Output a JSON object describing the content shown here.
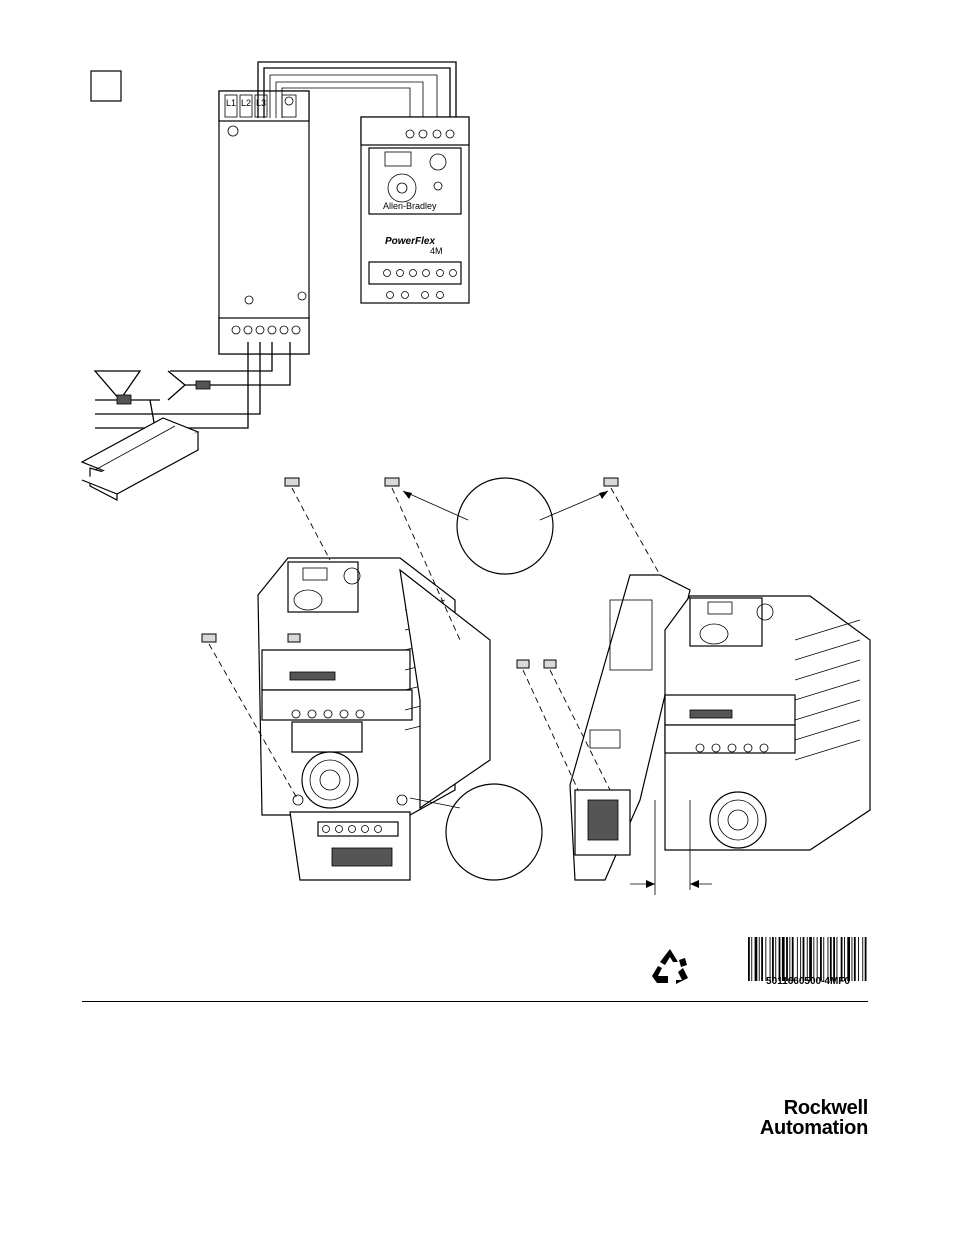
{
  "diagram": {
    "filter_terminals": [
      "L1",
      "L2",
      "L3"
    ],
    "drive_brand": "Allen-Bradley",
    "drive_model": "PowerFlex",
    "drive_model_suffix": "4M"
  },
  "footer": {
    "part_number": "5011660500-4MF0",
    "company_line1": "Rockwell",
    "company_line2": "Automation"
  },
  "icons": [
    "recycle-icon",
    "barcode"
  ]
}
